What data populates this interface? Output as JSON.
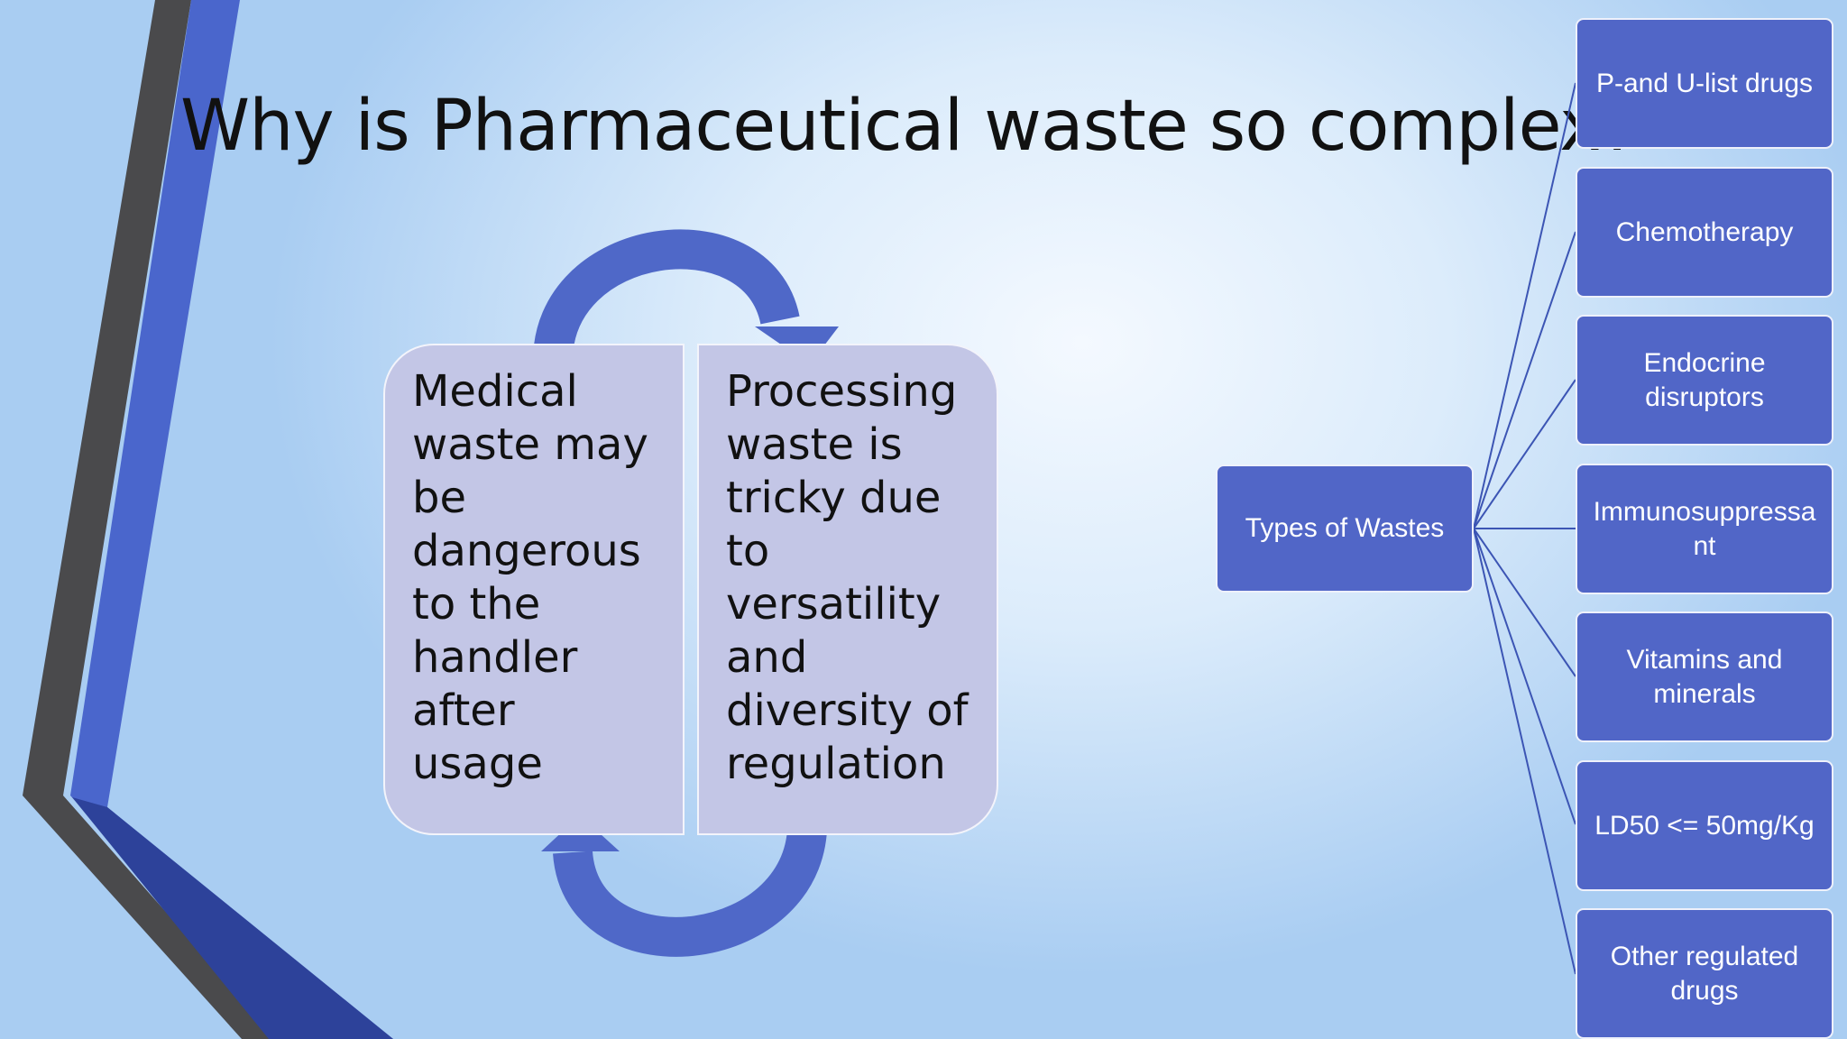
{
  "slide": {
    "title": "Why is Pharmaceutical waste so complex?"
  },
  "cycle": {
    "left_text": "Medical waste may be dangerous to the handler after usage",
    "right_text": "Processing waste is tricky due to versatility and diversity of regulation"
  },
  "hierarchy": {
    "root": "Types of Wastes",
    "children": [
      "P-and U-list drugs",
      "Chemotherapy",
      "Endocrine disruptors",
      "Immunosuppressa nt",
      "Vitamins and minerals",
      "LD50 <= 50mg/Kg",
      "Other regulated drugs"
    ]
  },
  "colors": {
    "accent": "#5166c7",
    "panel": "#c3c6e6",
    "dark_stripe": "#4a4a4c",
    "navy_stripe": "#2d429a"
  }
}
